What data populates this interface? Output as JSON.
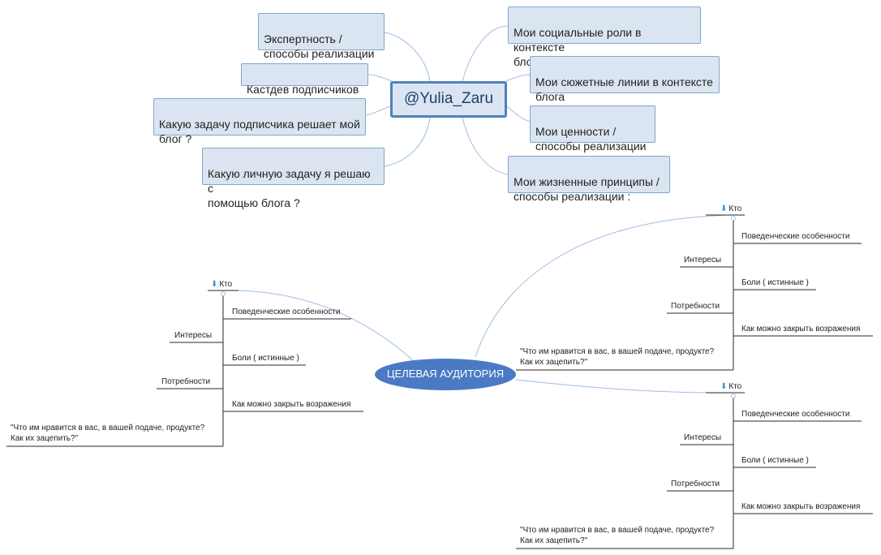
{
  "central": {
    "label": "@Yulia_Zaru"
  },
  "left_branches": [
    "Экспертность /\nспособы реализации :",
    "Кастдев подписчиков",
    "Какую задачу подписчика решает мой\nблог ?",
    "Какую личную задачу я решаю с\nпомощью блога ?"
  ],
  "right_branches": [
    "Мои социальные роли в контексте\nблога",
    "Мои сюжетные линии в контексте\nблога",
    "Мои ценности /\nспособы реализации :",
    "Мои жизненные принципы /\nспособы реализации :"
  ],
  "audience": {
    "label": "ЦЕЛЕВАЯ АУДИТОРИЯ",
    "groups": [
      {
        "kto": "Кто",
        "items": {
          "behavior": "Поведенческие особенности",
          "interests": "Интересы",
          "pains": "Боли ( истинные )",
          "needs": "Потребности",
          "objections": "Как можно закрыть возражения",
          "hook": "\"Что им нравится в вас, в вашей подаче, продукте?\nКак их зацепить?\""
        }
      },
      {
        "kto": "Кто",
        "items": {
          "behavior": "Поведенческие особенности",
          "interests": "Интересы",
          "pains": "Боли ( истинные )",
          "needs": "Потребности",
          "objections": "Как можно закрыть возражения",
          "hook": "\"Что им нравится в вас, в вашей подаче, продукте?\nКак их зацепить?\""
        }
      },
      {
        "kto": "Кто",
        "items": {
          "behavior": "Поведенческие особенности",
          "interests": "Интересы",
          "pains": "Боли ( истинные )",
          "needs": "Потребности",
          "objections": "Как можно закрыть возражения",
          "hook": "\"Что им нравится в вас, в вашей подаче, продукте?\nКак их зацепить?\""
        }
      }
    ]
  }
}
